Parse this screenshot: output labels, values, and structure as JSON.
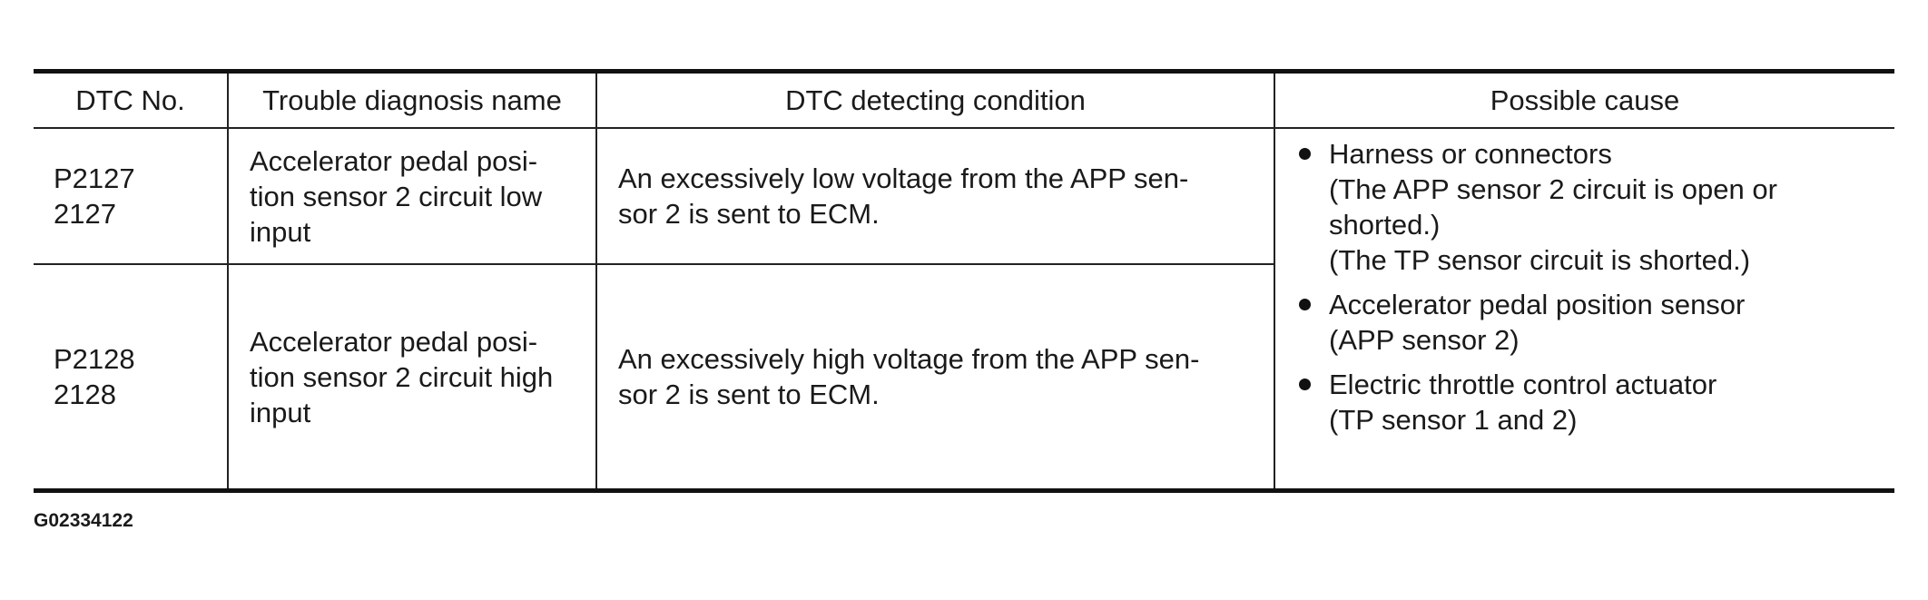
{
  "table": {
    "headers": [
      "DTC No.",
      "Trouble diagnosis name",
      "DTC detecting condition",
      "Possible cause"
    ],
    "rows": [
      {
        "code_lines": [
          "P2127",
          "2127"
        ],
        "name_lines": [
          "Accelerator pedal posi-",
          "tion sensor 2 circuit low",
          "input"
        ],
        "condition_lines": [
          "An excessively low voltage from the APP sen-",
          "sor 2 is sent to ECM."
        ]
      },
      {
        "code_lines": [
          "P2128",
          "2128"
        ],
        "name_lines": [
          "Accelerator pedal posi-",
          "tion sensor 2 circuit high",
          "input"
        ],
        "condition_lines": [
          "An excessively high voltage from the APP sen-",
          "sor 2 is sent to ECM."
        ]
      }
    ],
    "possible_causes": [
      {
        "lines": [
          "Harness or connectors",
          "(The APP sensor 2 circuit is open or",
          "shorted.)",
          "(The TP sensor circuit is shorted.)"
        ]
      },
      {
        "lines": [
          "Accelerator pedal position sensor",
          "(APP sensor 2)"
        ]
      },
      {
        "lines": [
          "Electric throttle control actuator",
          "(TP sensor 1 and 2)"
        ]
      }
    ]
  },
  "figure_id": "G02334122"
}
